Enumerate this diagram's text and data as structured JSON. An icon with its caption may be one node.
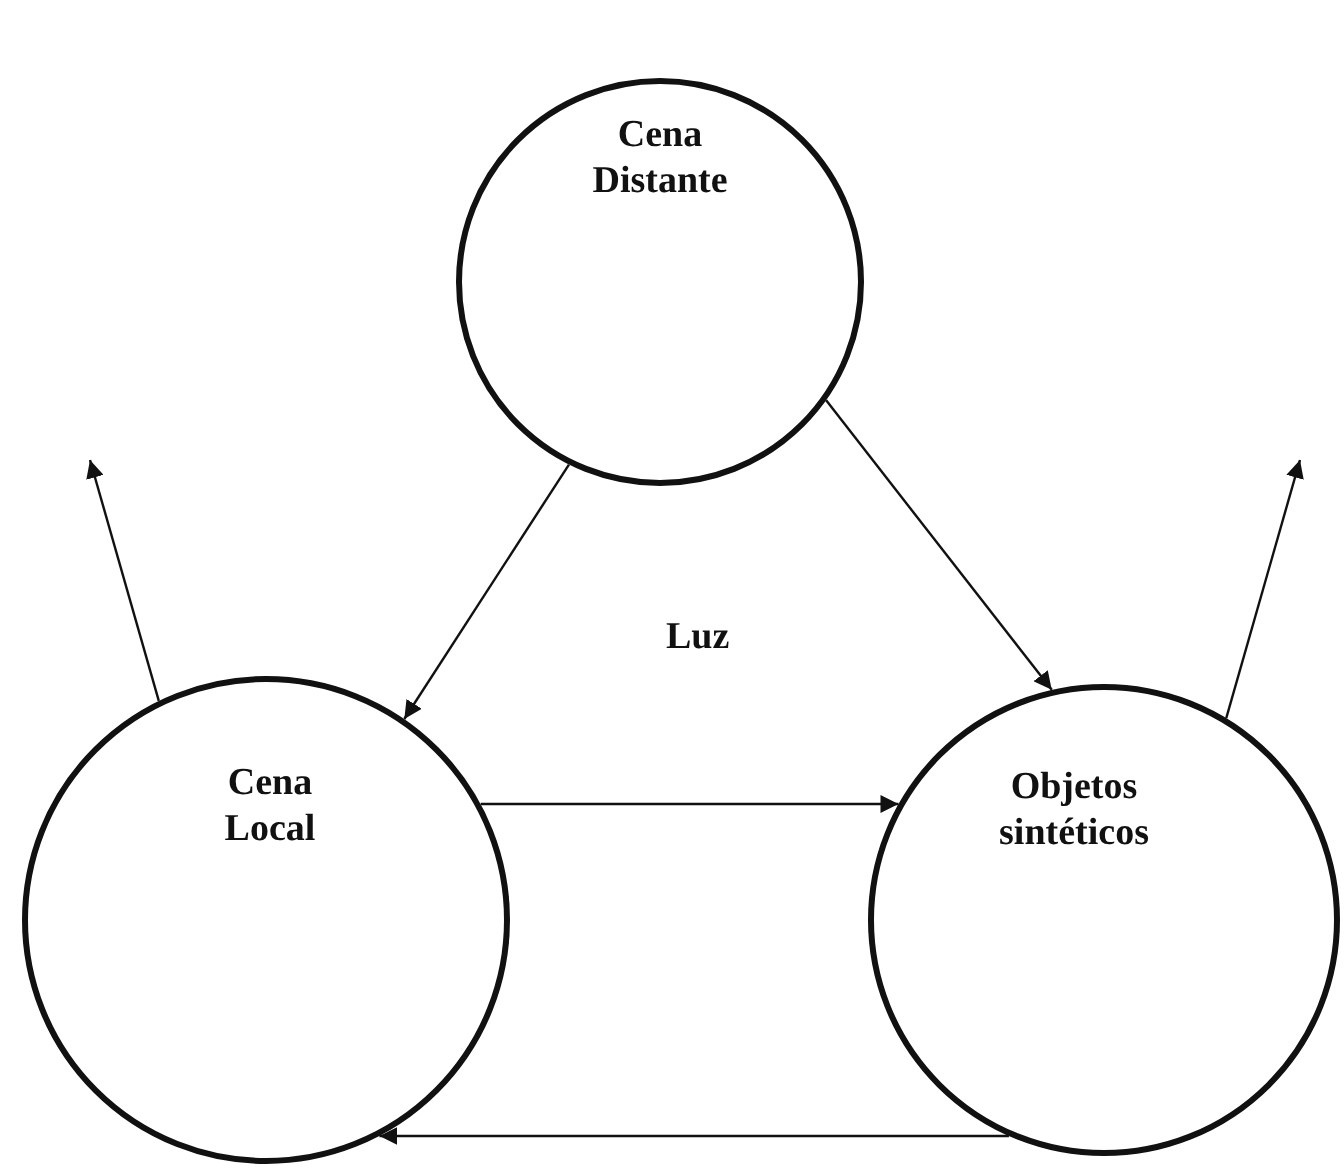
{
  "diagram": {
    "nodes": [
      {
        "text": [
          "Cena Distante"
        ]
      },
      {
        "text": [
          "Cena Local"
        ]
      },
      {
        "text": [
          "Objetos sintéticos"
        ]
      }
    ],
    "edges": [
      {
        "from": 0,
        "to": 1,
        "arrow": "to"
      },
      {
        "from": 0,
        "to": 2,
        "arrow": "to"
      },
      {
        "from": 1,
        "to": 2,
        "arrow": "to"
      },
      {
        "from": 2,
        "to": 1,
        "arrow": "to"
      },
      {
        "from": 1,
        "to": null,
        "arrow": "to"
      },
      {
        "from": 2,
        "to": null,
        "arrow": "to"
      }
    ],
    "labels": [
      "Luz"
    ]
  }
}
